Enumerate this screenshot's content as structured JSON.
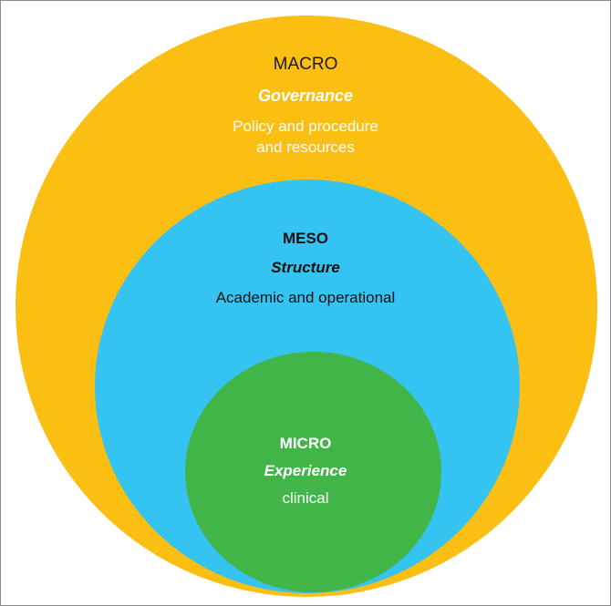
{
  "diagram": {
    "levels": [
      {
        "title": "MACRO",
        "subtitle": "Governance",
        "description_lines": [
          "Policy and procedure",
          "and resources"
        ],
        "fill_color": "#FBBE12",
        "title_color": "#1A1A1A",
        "subtitle_color": "#FFFFFF",
        "description_color": "#FFFFFF"
      },
      {
        "title": "MESO",
        "subtitle": "Structure",
        "description_lines": [
          "Academic and operational"
        ],
        "fill_color": "#35C3F2",
        "title_color": "#111111",
        "subtitle_color": "#111111",
        "description_color": "#111111"
      },
      {
        "title": "MICRO",
        "subtitle": "Experience",
        "description_lines": [
          "clinical"
        ],
        "fill_color": "#42B549",
        "title_color": "#FFFFFF",
        "subtitle_color": "#FFFFFF",
        "description_color": "#FFFFFF"
      }
    ],
    "border_color": "#8A8A8A"
  }
}
